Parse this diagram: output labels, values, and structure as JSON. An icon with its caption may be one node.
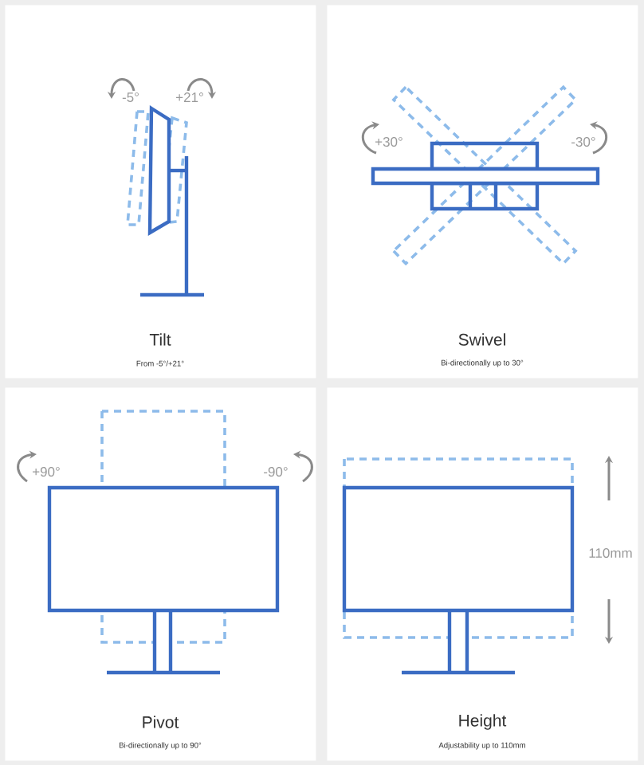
{
  "diagram": {
    "nodes": [
      {
        "text": [
          "Tilt",
          "From -5°/+21°"
        ]
      },
      {
        "text": [
          "Swivel",
          "Bi-directionally up to 30°"
        ]
      },
      {
        "text": [
          "Pivot",
          "Bi-directionally up to 90°"
        ]
      },
      {
        "text": [
          "Height",
          "Adjustability up to 110mm"
        ]
      }
    ],
    "labels": [
      "-5°",
      "+21°",
      "+30°",
      "-30°",
      "+90°",
      "-90°",
      "110mm"
    ]
  }
}
